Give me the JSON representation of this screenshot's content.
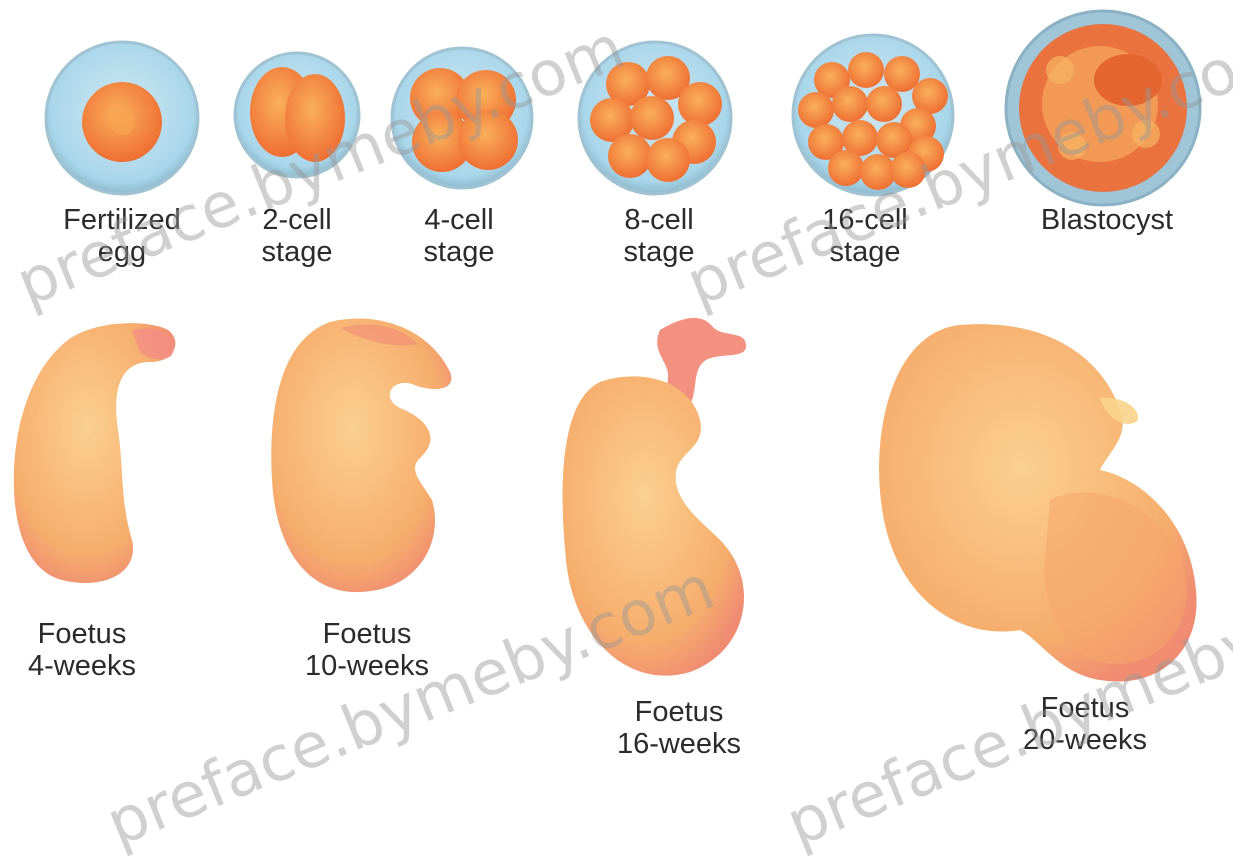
{
  "cells": [
    {
      "line1": "Fertilized",
      "line2": "egg"
    },
    {
      "line1": "2-cell",
      "line2": "stage"
    },
    {
      "line1": "4-cell",
      "line2": "stage"
    },
    {
      "line1": "8-cell",
      "line2": "stage"
    },
    {
      "line1": "16-cell",
      "line2": "stage"
    },
    {
      "line1": "Blastocyst",
      "line2": ""
    }
  ],
  "foetuses": [
    {
      "line1": "Foetus",
      "line2": "4-weeks"
    },
    {
      "line1": "Foetus",
      "line2": "10-weeks"
    },
    {
      "line1": "Foetus",
      "line2": "16-weeks"
    },
    {
      "line1": "Foetus",
      "line2": "20-weeks"
    }
  ],
  "watermark": "preface.bymeby.com",
  "colors": {
    "cell": "#f2823c",
    "cell_light": "#f8b45c",
    "zona": "#b9dff0",
    "foetus": "#f7b576",
    "foetus_shade": "#f08a6c"
  }
}
